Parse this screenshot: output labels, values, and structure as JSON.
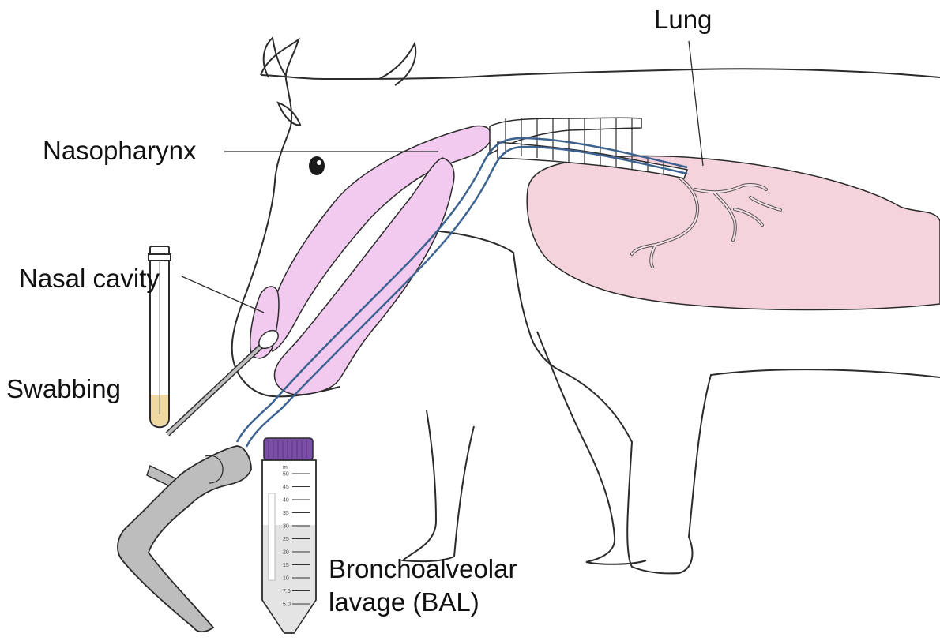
{
  "labels": {
    "lung": "Lung",
    "nasopharynx": "Nasopharynx",
    "nasal_cavity": "Nasal cavity",
    "swabbing": "Swabbing",
    "bal_line1": "Bronchoalveolar",
    "bal_line2": "lavage (BAL)"
  },
  "tube": {
    "unit": "ml",
    "tick_labels": [
      "50",
      "45",
      "40",
      "35",
      "30",
      "25",
      "20",
      "15",
      "10",
      "7.5",
      "5.0"
    ],
    "fill_level_ml": 30
  },
  "colors": {
    "outline": "#2b2b2b",
    "lung_fill": "#f5d3dd",
    "nasal_fill": "#f2c9ef",
    "catheter": "#3d6390",
    "device_fill": "#bdbdbd",
    "tube_cap": "#7b4fa8",
    "swab_fluid": "#f0d9a0"
  }
}
